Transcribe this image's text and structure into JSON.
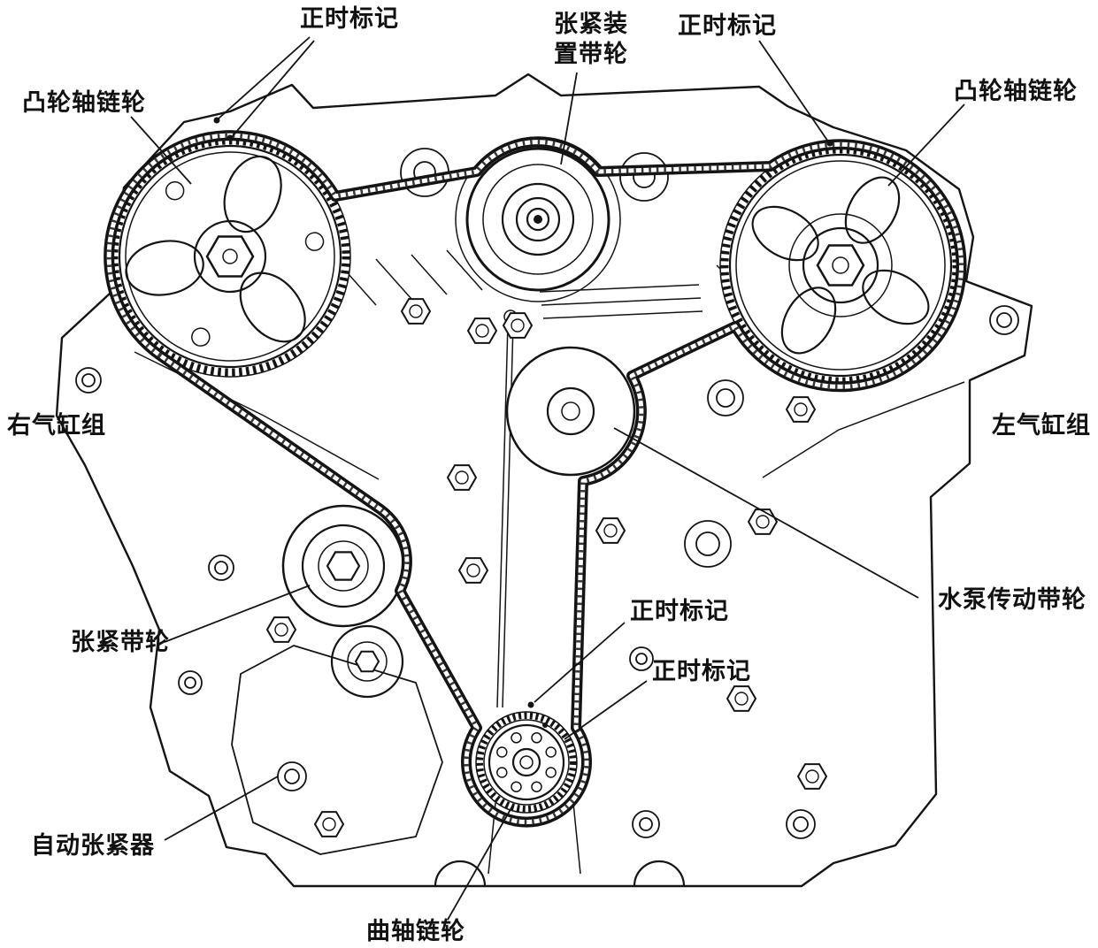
{
  "figure": {
    "background": "#ffffff",
    "line_color": "#141414",
    "labels": {
      "timing_mark_top_left": "正时标记",
      "tensioner_device_pulley_line1": "张紧装",
      "tensioner_device_pulley_line2": "置带轮",
      "timing_mark_top_right": "正时标记",
      "camshaft_sprocket_left": "凸轮轴链轮",
      "camshaft_sprocket_right": "凸轮轴链轮",
      "right_cylinder_bank": "右气缸组",
      "left_cylinder_bank": "左气缸组",
      "water_pump_pulley": "水泵传动带轮",
      "tensioner_pulley": "张紧带轮",
      "timing_mark_mid_upper": "正时标记",
      "timing_mark_mid_lower": "正时标记",
      "auto_tensioner": "自动张紧器",
      "crankshaft_sprocket": "曲轴链轮"
    }
  }
}
